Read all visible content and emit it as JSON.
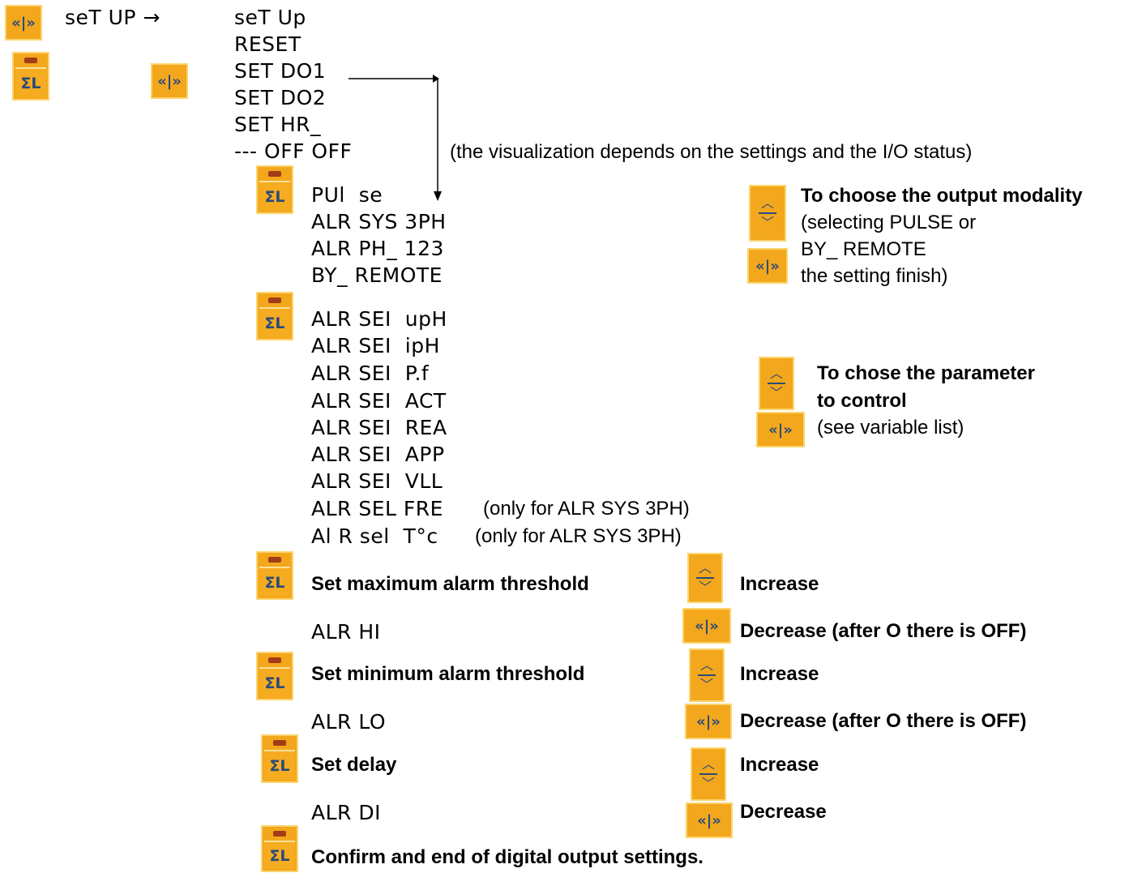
{
  "top": {
    "setup_label": "seT UP →"
  },
  "menu": [
    "seT Up",
    "RESET",
    "SET DO1",
    "SET DO2",
    "SET HR_",
    "--- OFF OFF"
  ],
  "menu_note": "(the visualization depends on the settings and the I/O status)",
  "modality": {
    "options": [
      "PUl  se",
      "ALR SYS 3PH",
      "ALR PH_ 123",
      "BY_ REMOTE"
    ],
    "title": "To choose the output modality",
    "line1": "(selecting PULSE or",
    "line2": "BY_ REMOTE",
    "line3": "the setting finish)"
  },
  "parameter": {
    "options": [
      "ALR SEI  upH",
      "ALR SEI  ipH",
      "ALR SEI  P.f",
      "ALR SEI  ACT",
      "ALR SEI  REA",
      "ALR SEI  APP",
      "ALR SEI  VLL"
    ],
    "fre": "ALR SEL FRE",
    "fre_note": "(only for ALR SYS 3PH)",
    "temp": "Al R sel  T°c",
    "temp_note": "(only for ALR SYS 3PH)",
    "title1": "To chose the parameter",
    "title2": "to control",
    "note": "(see variable list)"
  },
  "steps": {
    "max_title": "Set maximum alarm threshold",
    "max_code": "ALR HI",
    "min_title": "Set minimum alarm threshold",
    "min_code": "ALR LO",
    "delay_title": "Set delay",
    "delay_code": "ALR DI",
    "confirm": "Confirm and end of digital output settings.",
    "increase": "Increase",
    "decrease_off": "Decrease (after O there is OFF)",
    "decrease": "Decrease"
  },
  "icons": {
    "sl_label": "ΣL",
    "arrow_key": "«|»",
    "up": "≎",
    "colors": {
      "key": "#f3a71c",
      "led": "#a23c18",
      "symbol": "#2a4a7a"
    }
  }
}
